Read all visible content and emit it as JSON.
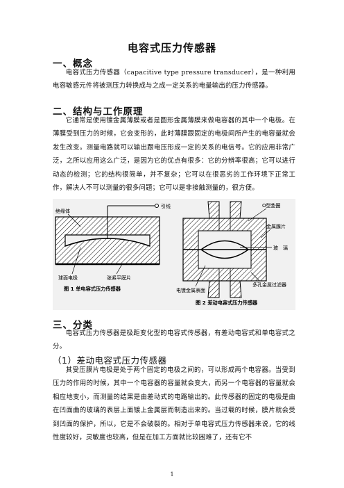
{
  "title": "电容式压力传感器",
  "section1": {
    "heading": "一、概念",
    "text": "电容式压力传感器（capacitive type pressure transducer），是一种利用电容敏感元件将被测压力转换成与之成一定关系的电量输出的压力传感器。"
  },
  "section2": {
    "heading": "二、结构与工作原理",
    "text": "它通常是使用镀金属薄膜或者是圆形金属薄膜来做电容器的其中一个电极。在薄膜受到压力的时候，它会变形的，此时薄膜跟固定的电极间所产生的电容量就会发生改变。测量电路就可以输出跟电压形成一定的关系的电信号。它的应用非常广泛，之所以应用这么广泛，是因为它的优点有很多：它的分辨率很高；它可以进行动态的检测；它的结构很简单，并不复杂；它可以在很恶劣的工作环境下正常工作，解决人不可以测量的很多问题；它可以是非接触测量的，很方便。"
  },
  "figure": {
    "fig1": {
      "labels": {
        "insulator": "绝缘体",
        "lead": "引线",
        "spherical_electrode": "球面电极",
        "diaphragm": "张紧平膜片"
      },
      "caption": "图 1  单电容式压力传感器"
    },
    "fig2": {
      "labels": {
        "o_ring": "O型垫圈",
        "metal_diaphragm": "金属膜片",
        "glass": "玻　璃",
        "plated_surface": "电镀金属表面",
        "porous_filter": "多孔金属过滤器"
      },
      "caption": "图 2  差动电容式压力传感器"
    }
  },
  "section3": {
    "heading": "三、分类",
    "text": "电容式压力传感器是极距变化型的电容式传感器，有差动电容式和单电容式之分。"
  },
  "subsection1": {
    "heading": "（1）差动电容式压力传感器",
    "text": "其受压膜片电极是处于两个固定的电极之间的，可以形成两个电容器。当受到压力的作用的时候，其中一个电容器的容量就会变大，而另一个电容器的容量就会相应地变小，而测量的结果是由差动式的电路输出的。此传感器的固定的电极是由在凹面曲的玻璃的表层上面镀上金属层而制造出来的。当过载的时候，膜片就会受到凹面的保护，所以，它是不会破裂的。相对于单电容式压力传感器来说，它的线性度较好，灵敏度也较高，但是在加工方面就比较困难了，还有它不"
  },
  "page_number": "1"
}
